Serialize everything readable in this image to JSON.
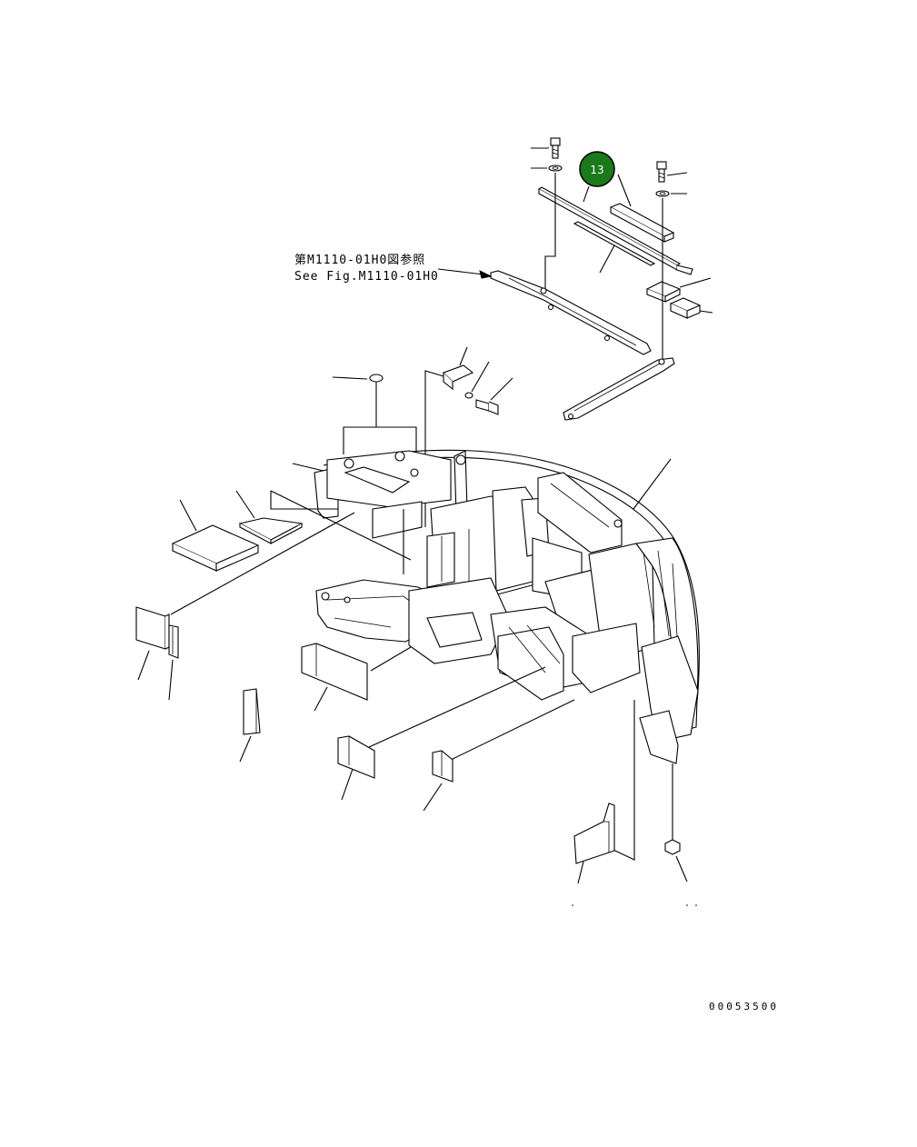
{
  "reference_note": {
    "line_jp": "第M1110-01H0図参照",
    "line_en": "See Fig.M1110-01H0"
  },
  "callouts": [
    {
      "number": "13",
      "fill": "#1a7a1a",
      "text_color": "#ffffff"
    }
  ],
  "drawing_number": "00053500",
  "colors": {
    "line": "#000000",
    "background": "#ffffff",
    "callout": "#1a7a1a"
  }
}
